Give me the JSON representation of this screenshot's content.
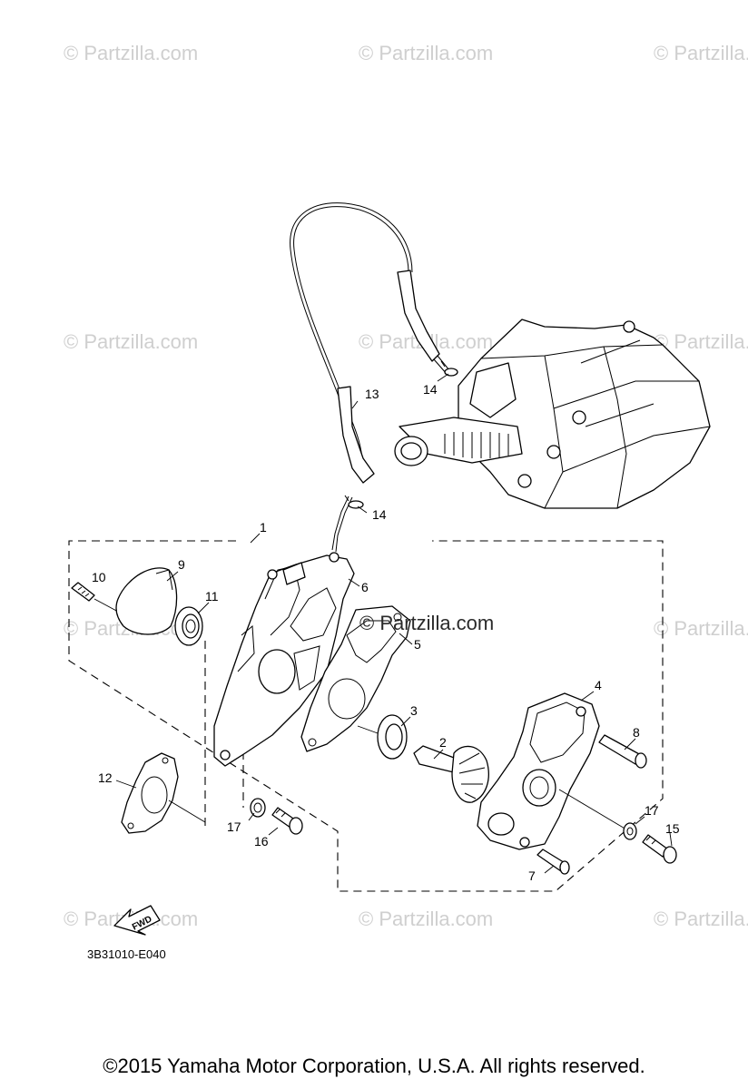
{
  "watermark": {
    "text": "© Partzilla.com",
    "center_text": "© Partzilla.com"
  },
  "callouts": {
    "c1": "1",
    "c2": "2",
    "c3": "3",
    "c4": "4",
    "c5": "5",
    "c6": "6",
    "c7": "7",
    "c8": "8",
    "c9": "9",
    "c10": "10",
    "c11": "11",
    "c12": "12",
    "c13": "13",
    "c14a": "14",
    "c14b": "14",
    "c15": "15",
    "c16": "16",
    "c17a": "17",
    "c17b": "17"
  },
  "fwd_label": "FWD",
  "diagram_code": "3B31010-E040",
  "copyright": "©2015  Yamaha Motor Corporation, U.S.A. All rights reserved.",
  "colors": {
    "line": "#000000",
    "watermark": "#cfcfcf",
    "background": "#ffffff"
  }
}
